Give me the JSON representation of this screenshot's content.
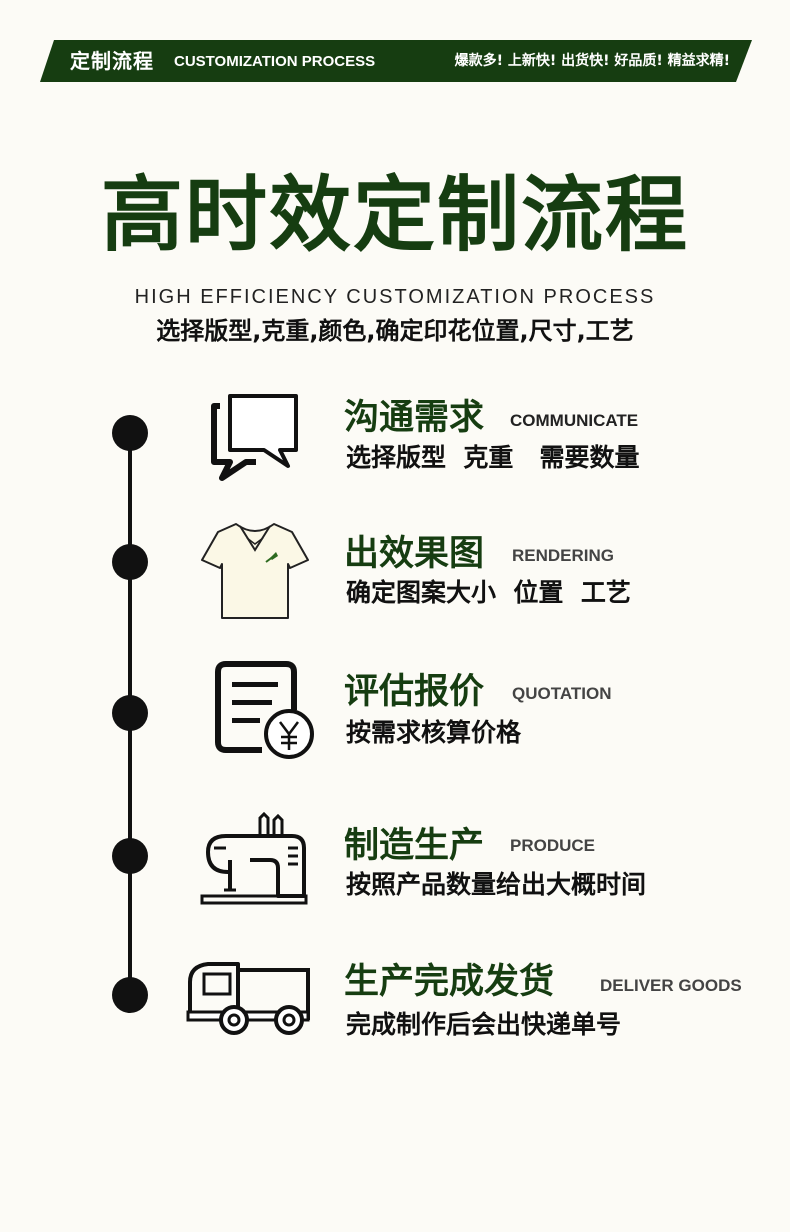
{
  "banner": {
    "title": "定制流程",
    "subtitle": "CUSTOMIZATION PROCESS",
    "slogan": "爆款多! 上新快! 出货快! 好品质! 精益求精!",
    "color": "#163d11"
  },
  "main": {
    "title": "高时效定制流程",
    "subtitle_en": "HIGH EFFICIENCY CUSTOMIZATION PROCESS",
    "subtitle_cn": "选择版型,克重,颜色,确定印花位置,尺寸,工艺"
  },
  "steps": [
    {
      "title": "沟通需求",
      "en": "COMMUNICATE",
      "desc": "选择版型  克重   需要数量",
      "icon": "chat-bubbles-icon"
    },
    {
      "title": "出效果图",
      "en": "RENDERING",
      "desc": "确定图案大小  位置  工艺",
      "icon": "polo-shirt-icon"
    },
    {
      "title": "评估报价",
      "en": "QUOTATION",
      "desc": "按需求核算价格",
      "icon": "invoice-yen-icon"
    },
    {
      "title": "制造生产",
      "en": "PRODUCE",
      "desc": "按照产品数量给出大概时间",
      "icon": "sewing-machine-icon"
    },
    {
      "title": "生产完成发货",
      "en": "DELIVER GOODS",
      "desc": "完成制作后会出快递单号",
      "icon": "delivery-truck-icon"
    }
  ],
  "colors": {
    "accent": "#163d11",
    "background": "#fcfbf6",
    "text": "#111111"
  }
}
